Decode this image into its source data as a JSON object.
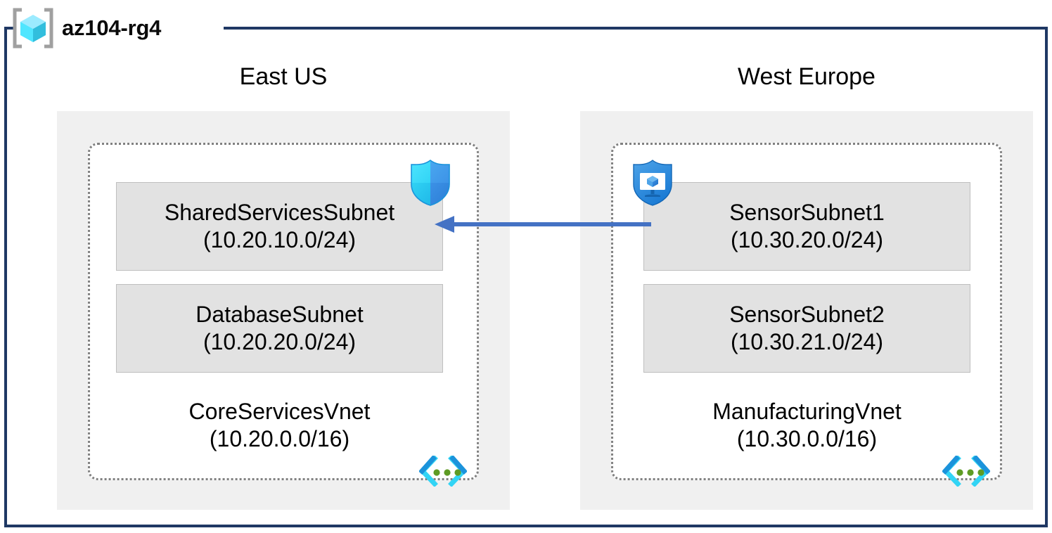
{
  "resource_group": {
    "name": "az104-rg4",
    "icon": "resource-group-cube-icon",
    "border_color": "#1F3864"
  },
  "regions": [
    {
      "label": "East US",
      "background": "#F0F0F0"
    },
    {
      "label": "West Europe",
      "background": "#F0F0F0"
    }
  ],
  "vnets": [
    {
      "name": "CoreServicesVnet",
      "cidr": "(10.20.0.0/16)",
      "region": "East US",
      "icon": "virtual-network-icon",
      "subnets": [
        {
          "name": "SharedServicesSubnet",
          "cidr": "(10.20.10.0/24)",
          "attached_icon": "network-security-group-shield-icon"
        },
        {
          "name": "DatabaseSubnet",
          "cidr": "(10.20.20.0/24)",
          "attached_icon": ""
        }
      ]
    },
    {
      "name": "ManufacturingVnet",
      "cidr": "(10.30.0.0/16)",
      "region": "West Europe",
      "icon": "virtual-network-icon",
      "subnets": [
        {
          "name": "SensorSubnet1",
          "cidr": "(10.30.20.0/24)",
          "attached_icon": "application-security-group-shield-icon"
        },
        {
          "name": "SensorSubnet2",
          "cidr": "(10.30.21.0/24)",
          "attached_icon": ""
        }
      ]
    }
  ],
  "connection": {
    "label": "",
    "direction": "right-to-left",
    "color": "#4472C4",
    "name": "vnet-peering-arrow"
  },
  "colors": {
    "frame": "#1F3864",
    "region_fill": "#F0F0F0",
    "vnet_border": "#808080",
    "subnet_fill": "#E2E2E2",
    "subnet_border": "#BFBFBF",
    "arrow": "#4472C4",
    "icon_cyan": "#32D4F5",
    "icon_blue": "#0078D4",
    "icon_green": "#5E9B24"
  }
}
